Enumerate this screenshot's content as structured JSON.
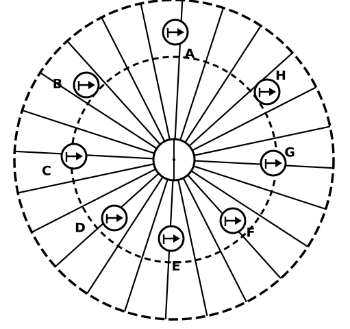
{
  "diagram": {
    "line_color": "#000000",
    "background": "#ffffff",
    "spoke_count": 24,
    "outer_boundary_style": "dashed",
    "inner_ring_style": "dashed",
    "hub_icon": "central-hub-circle",
    "compass_icon": "arrow-right-in-circle",
    "compasses": [
      {
        "label": "A",
        "icon": "compass-arrow-icon"
      },
      {
        "label": "B",
        "icon": "compass-arrow-icon"
      },
      {
        "label": "C",
        "icon": "compass-arrow-icon"
      },
      {
        "label": "D",
        "icon": "compass-arrow-icon"
      },
      {
        "label": "E",
        "icon": "compass-arrow-icon"
      },
      {
        "label": "F",
        "icon": "compass-arrow-icon"
      },
      {
        "label": "G",
        "icon": "compass-arrow-icon"
      },
      {
        "label": "H",
        "icon": "compass-arrow-icon"
      }
    ]
  }
}
